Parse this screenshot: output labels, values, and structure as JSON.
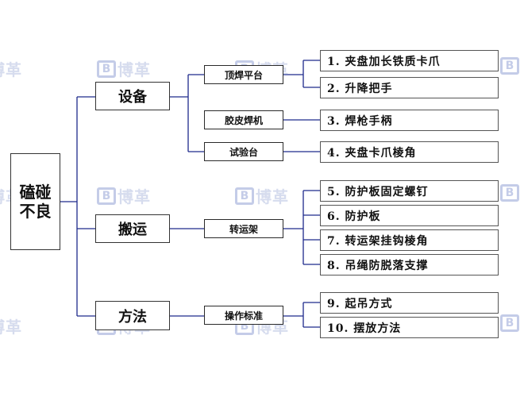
{
  "diagram": {
    "root": {
      "label_line1": "磕碰",
      "label_line2": "不良"
    },
    "categories": [
      {
        "label": "设备"
      },
      {
        "label": "搬运"
      },
      {
        "label": "方法"
      }
    ],
    "subcategories": [
      {
        "label": "顶焊平台"
      },
      {
        "label": "胶皮焊机"
      },
      {
        "label": "试验台"
      },
      {
        "label": "转运架"
      },
      {
        "label": "操作标准"
      }
    ],
    "causes": [
      {
        "label": "1. 夹盘加长铁质卡爪"
      },
      {
        "label": "2. 升降把手"
      },
      {
        "label": "3. 焊枪手柄"
      },
      {
        "label": "4. 夹盘卡爪棱角"
      },
      {
        "label": "5. 防护板固定螺钉"
      },
      {
        "label": "6. 防护板"
      },
      {
        "label": "7. 转运架挂钩棱角"
      },
      {
        "label": "8. 吊绳防脱落支撑"
      },
      {
        "label": "9. 起吊方式"
      },
      {
        "label": "10. 摆放方法"
      }
    ]
  },
  "watermark": {
    "glyph": "B",
    "text": "博革"
  },
  "colors": {
    "line": "#1e2a8c",
    "border": "#333333",
    "watermark": "#5a6fbf"
  }
}
